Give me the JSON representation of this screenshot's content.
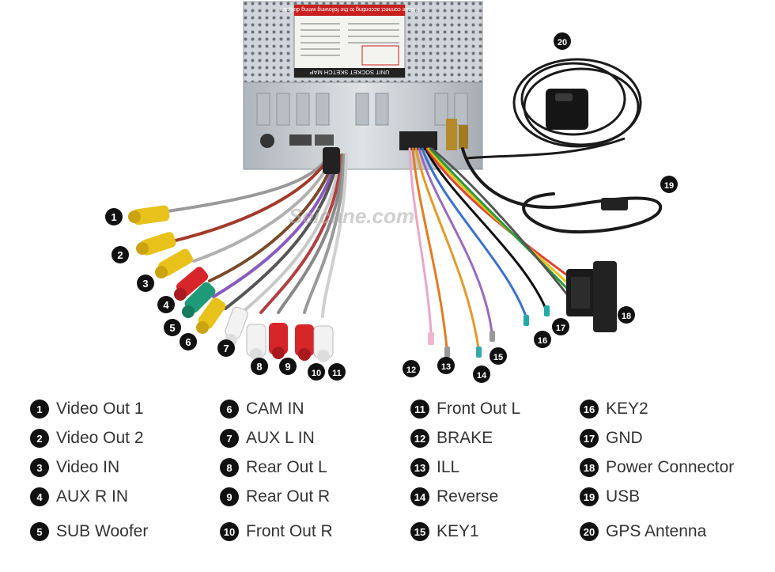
{
  "unit": {
    "label_title": "UNIT SOCKET SKETCH MAP",
    "warning_text": "Please connect according to the following wiring diagram"
  },
  "watermark": "Seicane.com",
  "callouts": [
    "1",
    "2",
    "3",
    "4",
    "5",
    "6",
    "7",
    "8",
    "9",
    "10",
    "11",
    "12",
    "13",
    "14",
    "15",
    "16",
    "17",
    "18",
    "19",
    "20"
  ],
  "legend": [
    {
      "num": "1",
      "label": "Video Out 1"
    },
    {
      "num": "2",
      "label": "Video Out 2"
    },
    {
      "num": "3",
      "label": "Video IN"
    },
    {
      "num": "4",
      "label": "AUX R IN"
    },
    {
      "num": "5",
      "label": "SUB Woofer"
    },
    {
      "num": "6",
      "label": "CAM IN"
    },
    {
      "num": "7",
      "label": "AUX L IN"
    },
    {
      "num": "8",
      "label": "Rear Out L"
    },
    {
      "num": "9",
      "label": "Rear Out R"
    },
    {
      "num": "10",
      "label": "Front Out R"
    },
    {
      "num": "11",
      "label": "Front Out L"
    },
    {
      "num": "12",
      "label": "BRAKE"
    },
    {
      "num": "13",
      "label": "ILL"
    },
    {
      "num": "14",
      "label": "Reverse"
    },
    {
      "num": "15",
      "label": "KEY1"
    },
    {
      "num": "16",
      "label": "KEY2"
    },
    {
      "num": "17",
      "label": "GND"
    },
    {
      "num": "18",
      "label": "Power Connector"
    },
    {
      "num": "19",
      "label": "USB"
    },
    {
      "num": "20",
      "label": "GPS Antenna"
    }
  ],
  "colors": {
    "rca_yellow": "#e8c21a",
    "rca_red": "#d6262a",
    "rca_white": "#f2f2f2",
    "rca_green": "#1f9a78",
    "chassis": "#cdd3d8",
    "connector": "#1b1b1b",
    "badge": "#111111"
  }
}
